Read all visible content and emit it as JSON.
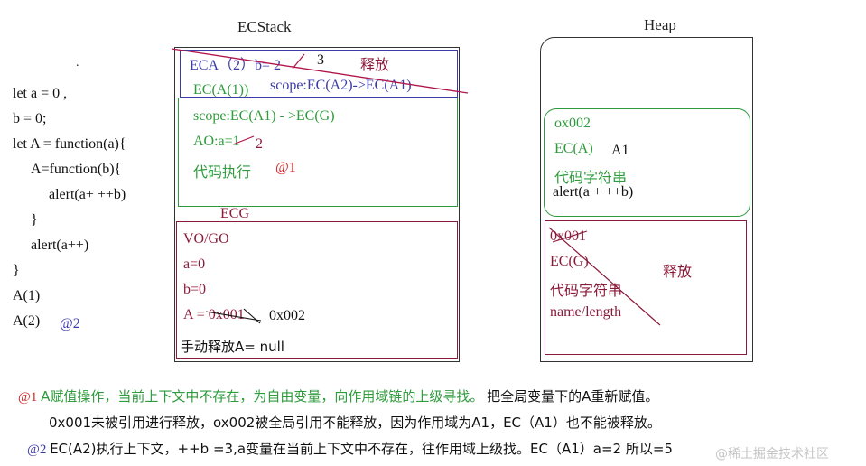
{
  "titles": {
    "ecstack": "ECStack",
    "heap": "Heap"
  },
  "dot": ".",
  "code_lines": [
    "let a = 0 ,",
    "b = 0;",
    "let A = function(a){",
    "A=function(b){",
    "alert(a+ ++b)",
    "}",
    "alert(a++)",
    "}",
    "A(1)",
    "A(2)"
  ],
  "code_marker": "@2",
  "eca2": {
    "label": "ECA（2）b= 2",
    "new_val": "3",
    "release": "释放",
    "scope": "scope:EC(A2)->EC(A1)"
  },
  "eca1": {
    "label": "EC(A(1))",
    "scope": "scope:EC(A1) - >EC(G)",
    "ao": "AO:a=1",
    "ao_new": "2",
    "exec": "代码执行",
    "marker": "@1"
  },
  "ecg": {
    "label": "ECG",
    "vo": "VO/GO",
    "a": "a=0",
    "b": "b=0",
    "A": "A = 0x001",
    "A_new": "0x002",
    "manual": "手动释放A= null"
  },
  "heap_a": {
    "addr": "ox002",
    "ec": "EC(A)",
    "name": "A1",
    "str": "代码字符串",
    "code": "alert(a + ++b)"
  },
  "heap_g": {
    "addr": "0x001",
    "ec": "EC(G)",
    "str": "代码字符串",
    "props": "name/length",
    "release": "释放"
  },
  "notes": {
    "n1_marker": "@1",
    "n1_green": "A赋值操作，当前上下文中不存在，为自由变量，向作用域链的上级寻找。",
    "n1_black": "把全局变量下的A重新赋值。",
    "n2": "0x001未被引用进行释放，ox002被全局引用不能释放，因为作用域为A1，EC（A1）也不能被释放。",
    "n3_marker": "@2",
    "n3": "EC(A2)执行上下文，++b =3,a变量在当前上下文中不存在，往作用域上级找。EC（A1）a=2 所以=5"
  },
  "watermark": "@稀土掘金技术社区",
  "colors": {
    "green": "#2e9b3c",
    "blue": "#3a3aa8",
    "maroon": "#8a1a3a",
    "red": "#d22a2a",
    "strike": "#b0154a"
  }
}
